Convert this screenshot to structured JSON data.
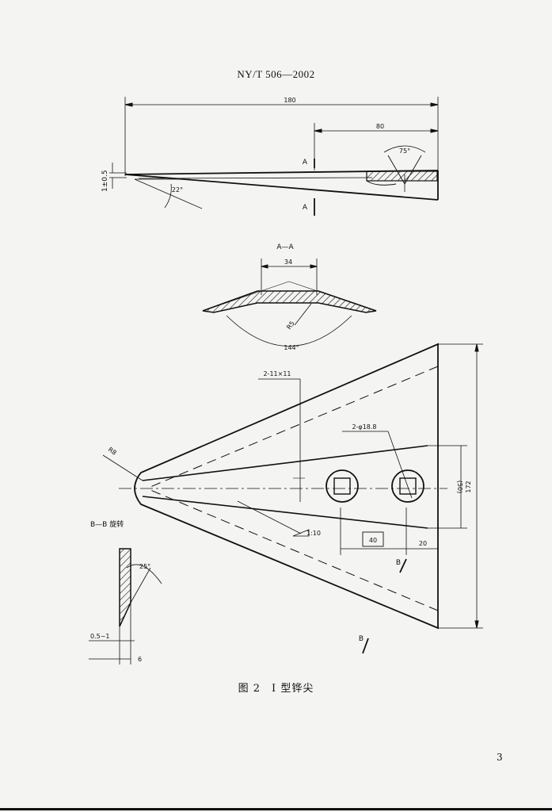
{
  "header": {
    "standard": "NY/T 506—2002"
  },
  "top_view": {
    "dim_total": "180",
    "dim_right": "80",
    "angle_tip": "75°",
    "angle_bottom": "22°",
    "tolerance": "1±0.5",
    "section_mark": "A"
  },
  "section_aa": {
    "title": "A—A",
    "dim_width": "34",
    "radius": "R5",
    "angle": "144°"
  },
  "plan_view": {
    "holes_square": "2-11×11",
    "holes_round": "2-φ18.8",
    "radius_tip": "R8",
    "taper": "1:10",
    "dim_40": "40",
    "dim_20": "20",
    "dim_50": "(50)",
    "dim_172": "172",
    "section_mark": "B"
  },
  "section_bb": {
    "title": "B—B 旋转",
    "angle": "25°",
    "dim_thickness": "0.5~1",
    "dim_6": "6"
  },
  "caption": "图 2　I 型铧尖",
  "page_number": "3"
}
